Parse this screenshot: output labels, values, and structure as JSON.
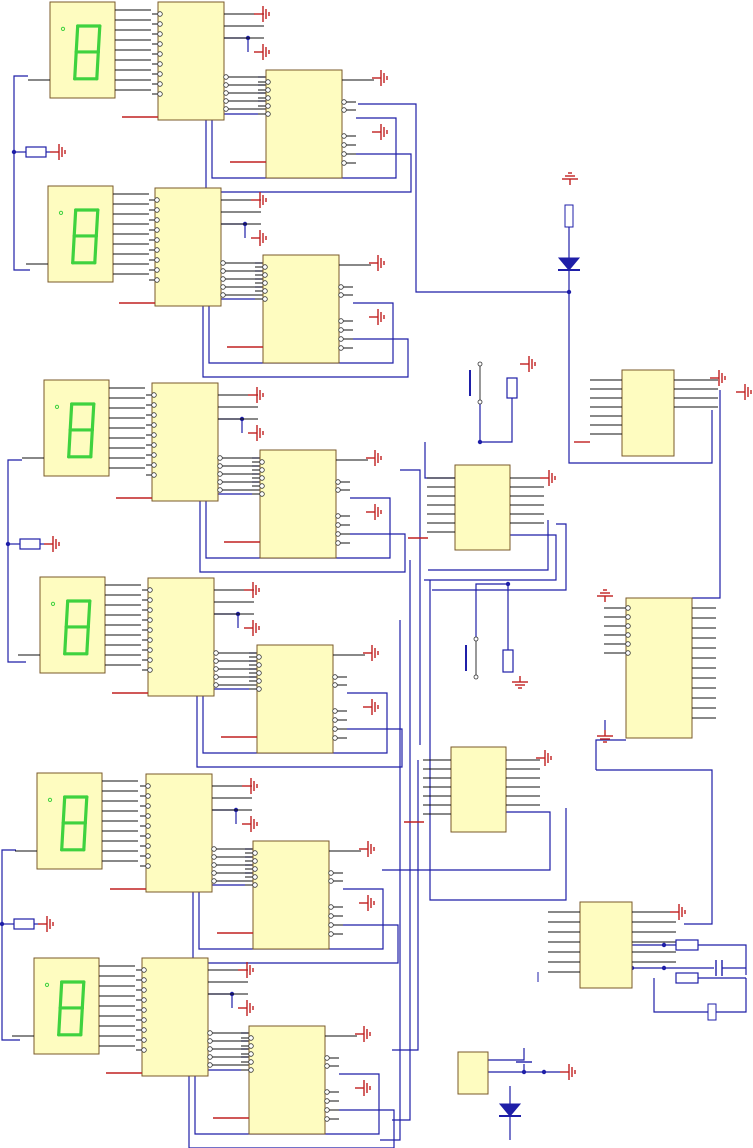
{
  "schematic": {
    "background": "#ffffff",
    "colors": {
      "chip_fill": "#fefcc0",
      "chip_stroke": "#7a5a2a",
      "wire": "#1f1fa8",
      "ground": "#c02020",
      "segment": "#3fd23f"
    },
    "display_digit": "8",
    "display_count": 6,
    "driver_count": 6,
    "counter_count": 6,
    "switch_count": 2,
    "led_count": 1,
    "diode_count": 1,
    "icons": [
      "seven-segment-display-icon",
      "ground-icon",
      "resistor-icon",
      "pushbutton-icon",
      "led-icon",
      "diode-icon",
      "capacitor-icon",
      "crystal-icon"
    ]
  }
}
